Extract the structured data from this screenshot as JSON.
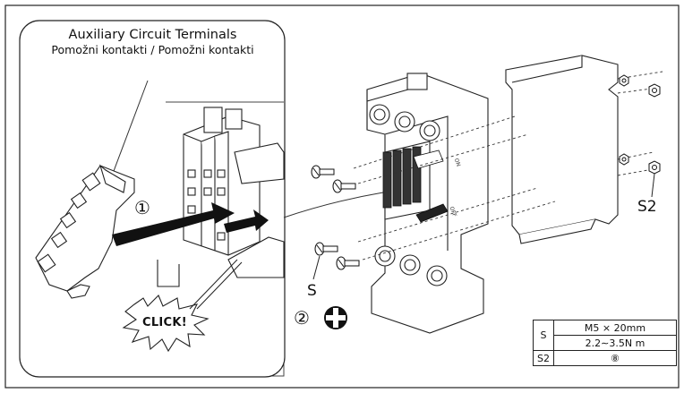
{
  "callout": {
    "title": "Auxiliary Circuit Terminals",
    "subtitle": "Pomožni kontakti / Pomožni kontakti"
  },
  "steps": {
    "step1": "①",
    "step2": "②"
  },
  "click_label": "CLICK!",
  "labels": {
    "screw_s": "S",
    "screw_s2": "S2",
    "switch_on": "ON",
    "switch_off": "OFF"
  },
  "spec_table": {
    "row_s_key": "S",
    "row_s_size": "M5 × 20mm",
    "row_s_torque": "2.2∼3.5N m",
    "row_s2_key": "S2",
    "row_s2_tool": "⑧"
  }
}
